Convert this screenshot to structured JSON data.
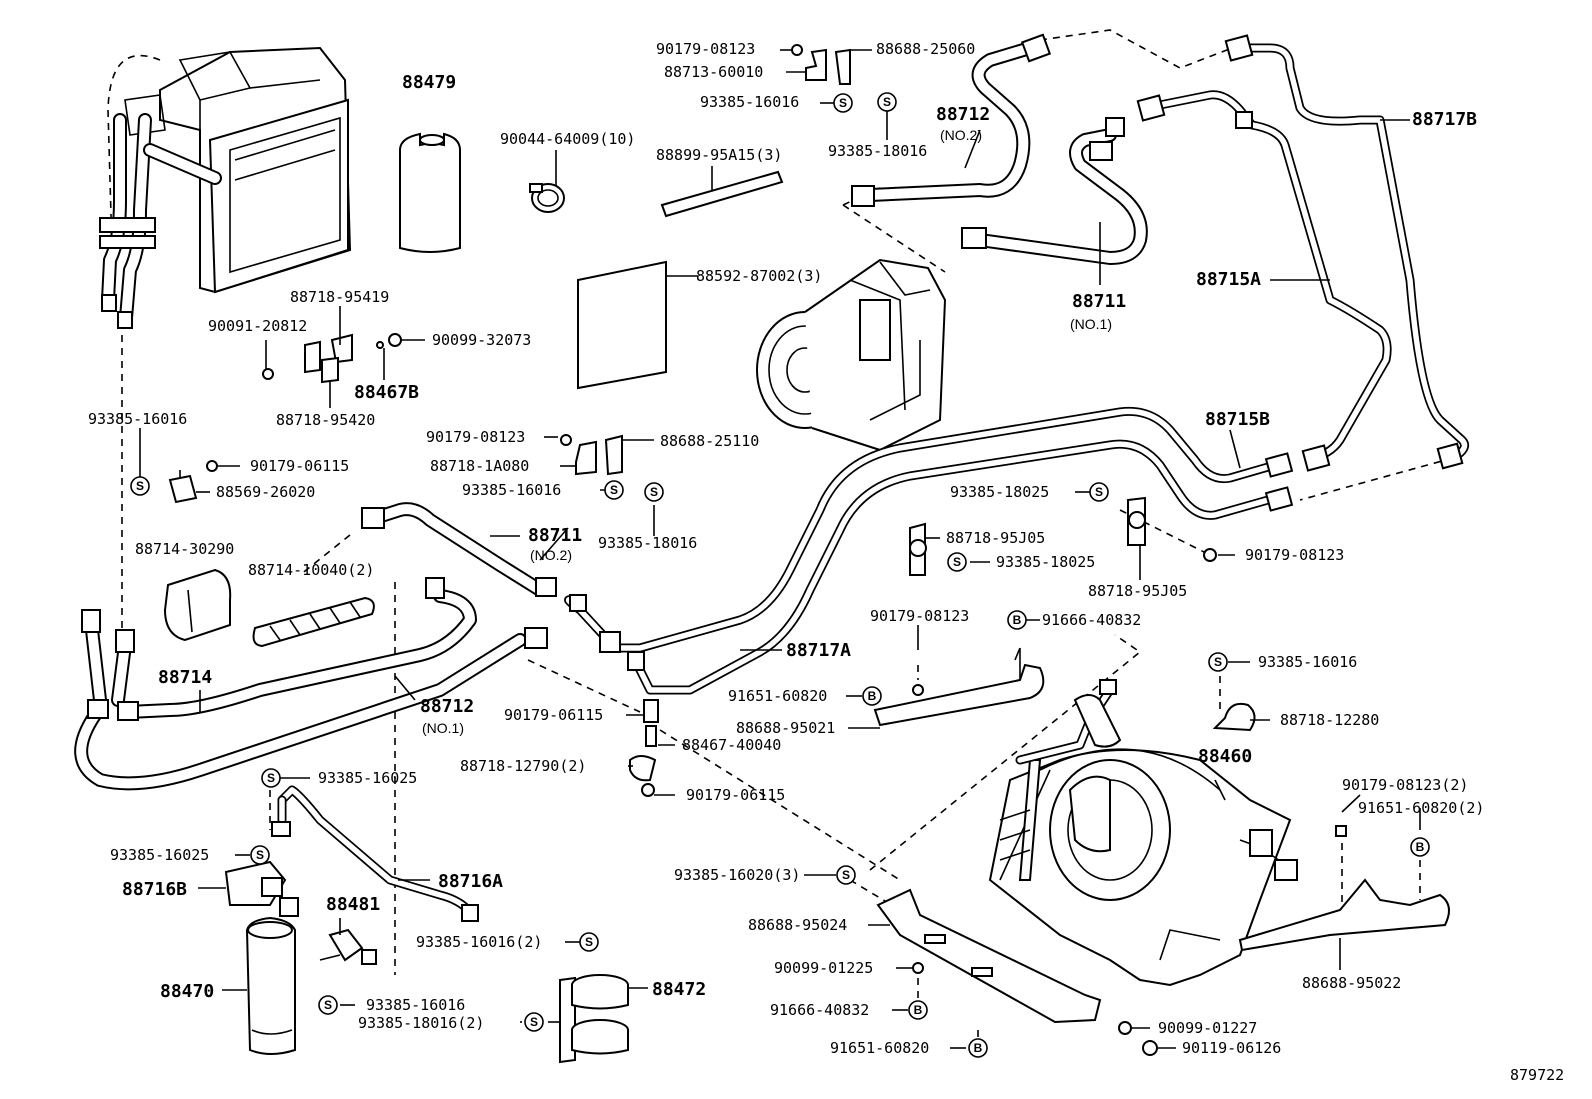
{
  "labels": {
    "l_90179_08123_top": "90179-08123",
    "l_88688_25060": "88688-25060",
    "l_88713_60010": "88713-60010",
    "l_93385_16016_top": "93385-16016",
    "l_93385_18016_top": "93385-18016",
    "l_90044_64009": "90044-64009(10)",
    "l_88899_95A15": "88899-95A15(3)",
    "l_88592_87002": "88592-87002(3)",
    "l_88718_95419": "88718-95419",
    "l_90091_20812": "90091-20812",
    "l_90099_32073": "90099-32073",
    "l_88718_95420": "88718-95420",
    "l_93385_16016_left": "93385-16016",
    "l_90179_06115_left": "90179-06115",
    "l_88569_26020": "88569-26020",
    "l_90179_08123_mid": "90179-08123",
    "l_88688_25110": "88688-25110",
    "l_88718_1A080": "88718-1A080",
    "l_93385_16016_mid": "93385-16016",
    "l_93385_18016_mid": "93385-18016",
    "l_88714_30290": "88714-30290",
    "l_88714_10040": "88714-10040(2)",
    "l_93385_18025_a": "93385-18025",
    "l_88718_95J05_a": "88718-95J05",
    "l_93385_18025_b": "93385-18025",
    "l_90179_08123_r": "90179-08123",
    "l_88718_95J05_b": "88718-95J05",
    "l_90179_08123_c": "90179-08123",
    "l_91666_40832_top": "91666-40832",
    "l_91651_60820_c": "91651-60820",
    "l_88688_95021": "88688-95021",
    "l_90179_06115_c": "90179-06115",
    "l_88467_40040": "88467-40040",
    "l_88718_12790": "88718-12790(2)",
    "l_90179_06115_c2": "90179-06115",
    "l_93385_16016_r": "93385-16016",
    "l_88718_12280": "88718-12280",
    "l_90179_08123_2": "90179-08123(2)",
    "l_91651_60820_2": "91651-60820(2)",
    "l_93385_16025_a": "93385-16025",
    "l_93385_16025_b": "93385-16025",
    "l_93385_16016_2": "93385-16016(2)",
    "l_93385_16016_b": "93385-16016",
    "l_93385_18016_2": "93385-18016(2)",
    "l_93385_16020_3": "93385-16020(3)",
    "l_88688_95024": "88688-95024",
    "l_90099_01225": "90099-01225",
    "l_91666_40832_b": "91666-40832",
    "l_91651_60820_b": "91651-60820",
    "l_90099_01227": "90099-01227",
    "l_90119_06126": "90119-06126",
    "l_88688_95022": "88688-95022"
  },
  "big_labels": {
    "b_88479": "88479",
    "b_88712_no2": "88712",
    "b_88717B": "88717B",
    "b_88715A": "88715A",
    "b_88711_no1": "88711",
    "b_88467B": "88467B",
    "b_88715B": "88715B",
    "b_88711_no2": "88711",
    "b_88714": "88714",
    "b_88717A": "88717A",
    "b_88712_no1": "88712",
    "b_88460": "88460",
    "b_88716A": "88716A",
    "b_88716B": "88716B",
    "b_88481": "88481",
    "b_88470": "88470",
    "b_88472": "88472"
  },
  "sub_labels": {
    "s_88712_no2": "(NO.2)",
    "s_88711_no1": "(NO.1)",
    "s_88711_no2": "(NO.2)",
    "s_88712_no1": "(NO.1)"
  },
  "symbols": {
    "s": "S",
    "b": "B"
  },
  "figure_id": "879722"
}
